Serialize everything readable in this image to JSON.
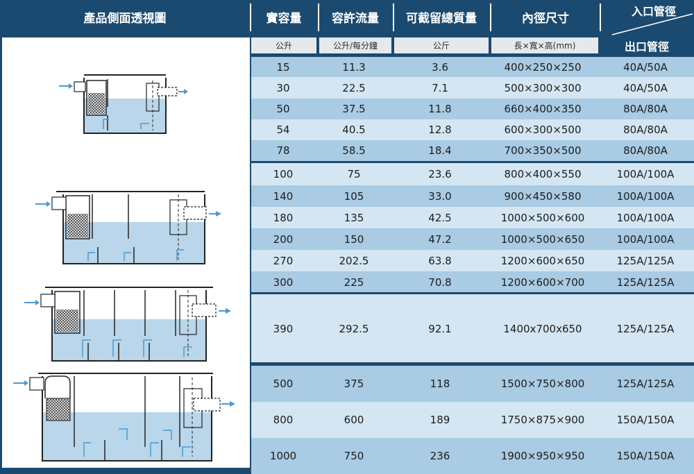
{
  "header": {
    "diagram_title": "產品側面透視圖",
    "columns": [
      "實容量",
      "容許流量",
      "可截留總質量",
      "內徑尺寸"
    ],
    "inlet_label": "入口管徑",
    "outlet_label": "出口管徑"
  },
  "units": [
    "公升",
    "公升/每分鐘",
    "公斤",
    "長×寬×高(mm)"
  ],
  "colors": {
    "navy": "#1b4a70",
    "row_dark": "#a9cbe3",
    "row_light": "#d4e6f3",
    "water": "#b9d6ea",
    "arrow": "#4a9ad0"
  },
  "rows": [
    [
      "15",
      "11.3",
      "3.6",
      "400×250×250",
      "40A/50A"
    ],
    [
      "30",
      "22.5",
      "7.1",
      "500×300×300",
      "40A/50A"
    ],
    [
      "50",
      "37.5",
      "11.8",
      "660×400×350",
      "80A/80A"
    ],
    [
      "54",
      "40.5",
      "12.8",
      "600×300×500",
      "80A/80A"
    ],
    [
      "78",
      "58.5",
      "18.4",
      "700×350×500",
      "80A/80A"
    ],
    [
      "100",
      "75",
      "23.6",
      "800×400×550",
      "100A/100A"
    ],
    [
      "140",
      "105",
      "33.0",
      "900×450×580",
      "100A/100A"
    ],
    [
      "180",
      "135",
      "42.5",
      "1000×500×600",
      "100A/100A"
    ],
    [
      "200",
      "150",
      "47.2",
      "1000×500×650",
      "100A/100A"
    ],
    [
      "270",
      "202.5",
      "63.8",
      "1200×600×650",
      "125A/125A"
    ],
    [
      "300",
      "225",
      "70.8",
      "1200×600×700",
      "125A/125A"
    ],
    [
      "390",
      "292.5",
      "92.1",
      "1400x700x650",
      "125A/125A"
    ],
    [
      "500",
      "375",
      "118",
      "1500×750×800",
      "125A/125A"
    ],
    [
      "800",
      "600",
      "189",
      "1750×875×900",
      "150A/150A"
    ],
    [
      "1000",
      "750",
      "236",
      "1900×950×950",
      "150A/150A"
    ]
  ]
}
